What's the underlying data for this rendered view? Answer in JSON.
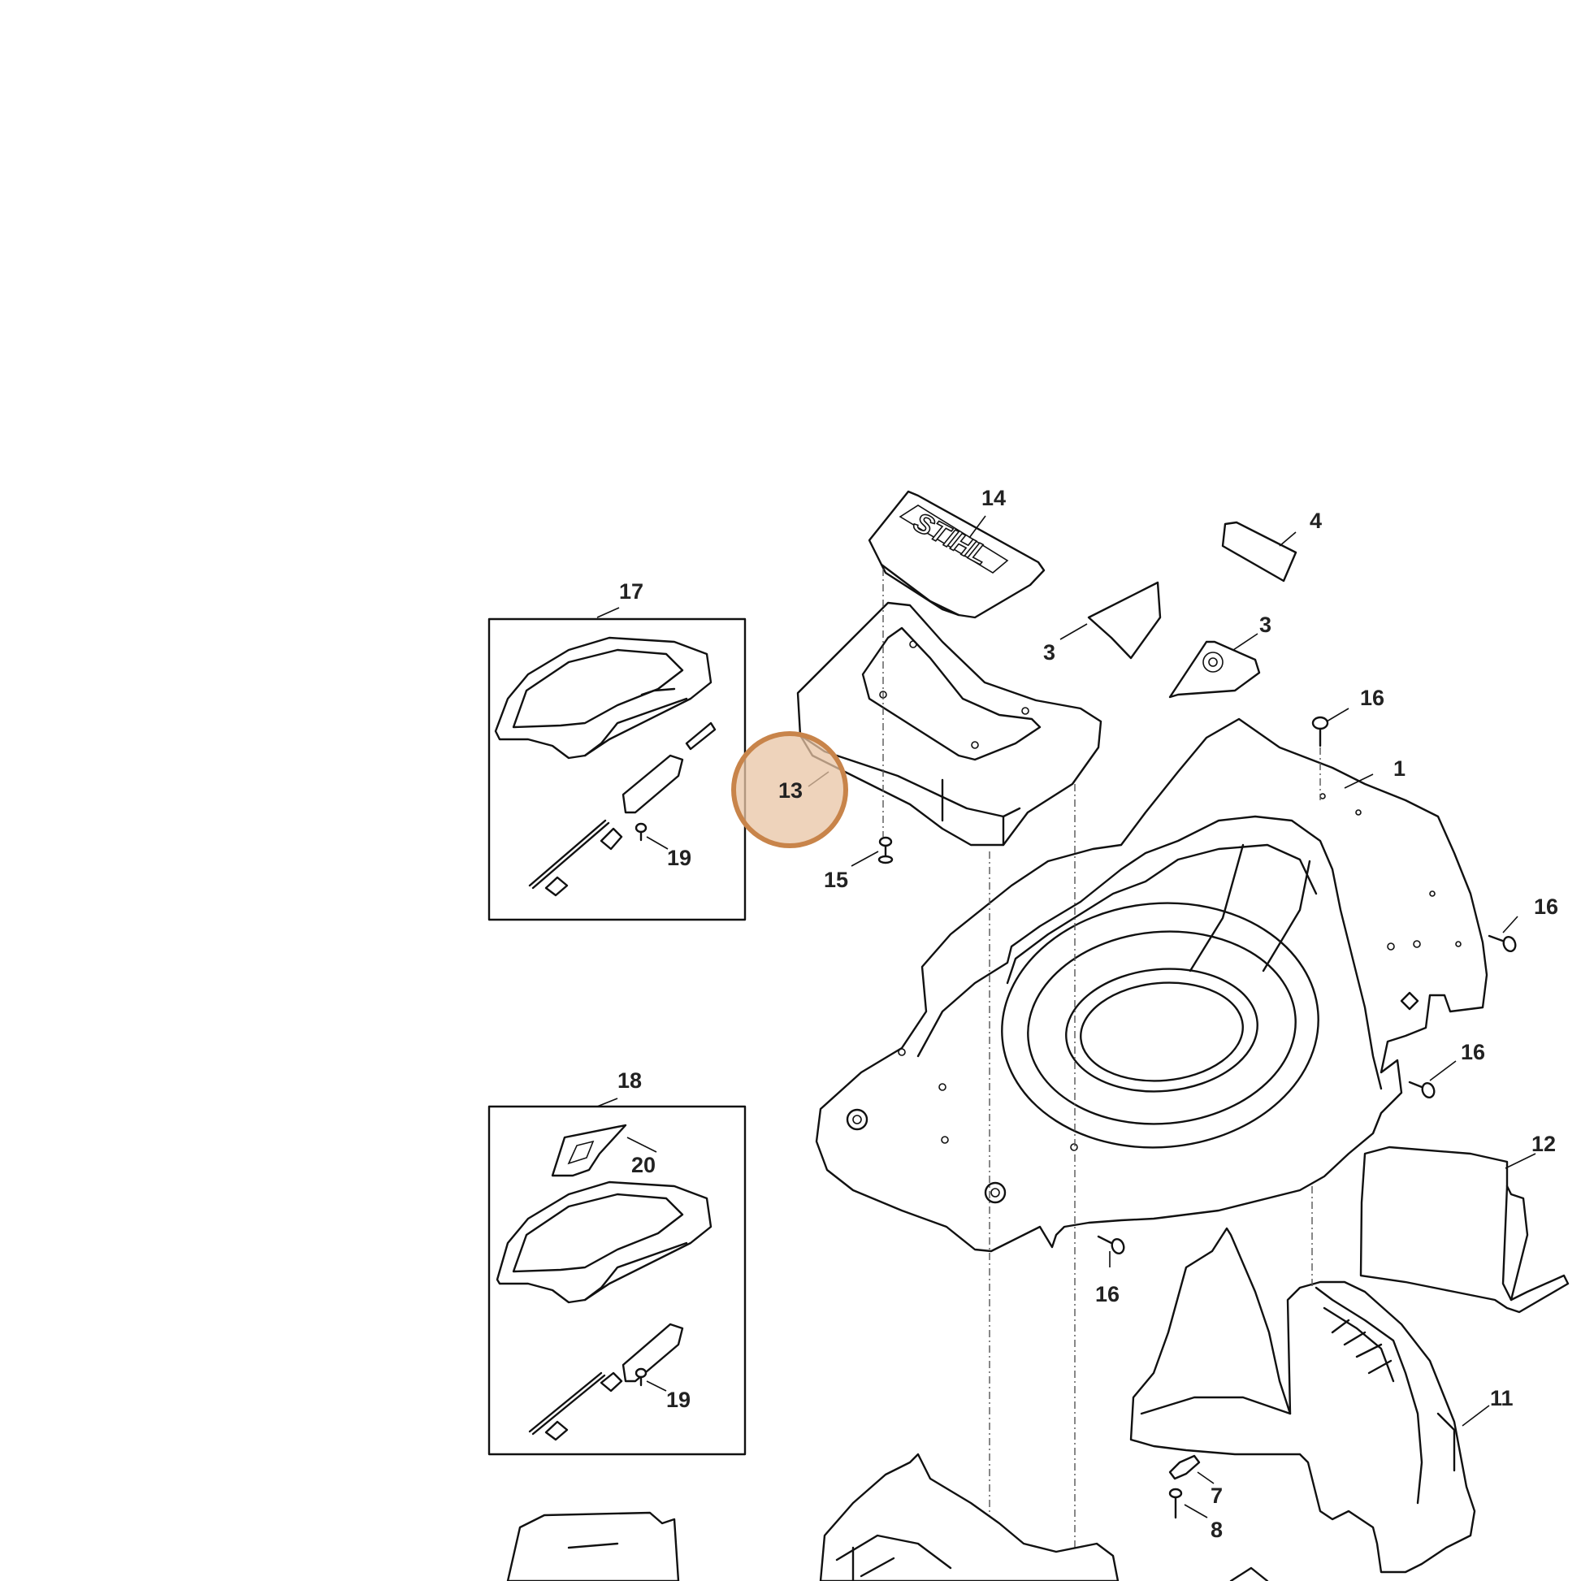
{
  "diagram": {
    "brand_logo_text": "STIHL",
    "highlight_color": "#c8844a",
    "highlight_fill": "#e8c4a4",
    "callouts": {
      "c1": "1",
      "c3a": "3",
      "c3b": "3",
      "c4": "4",
      "c7": "7",
      "c8": "8",
      "c11": "11",
      "c12": "12",
      "c13": "13",
      "c14": "14",
      "c15": "15",
      "c16a": "16",
      "c16b": "16",
      "c16c": "16",
      "c16d": "16",
      "c17": "17",
      "c18": "18",
      "c19a": "19",
      "c19b": "19",
      "c20": "20"
    }
  }
}
